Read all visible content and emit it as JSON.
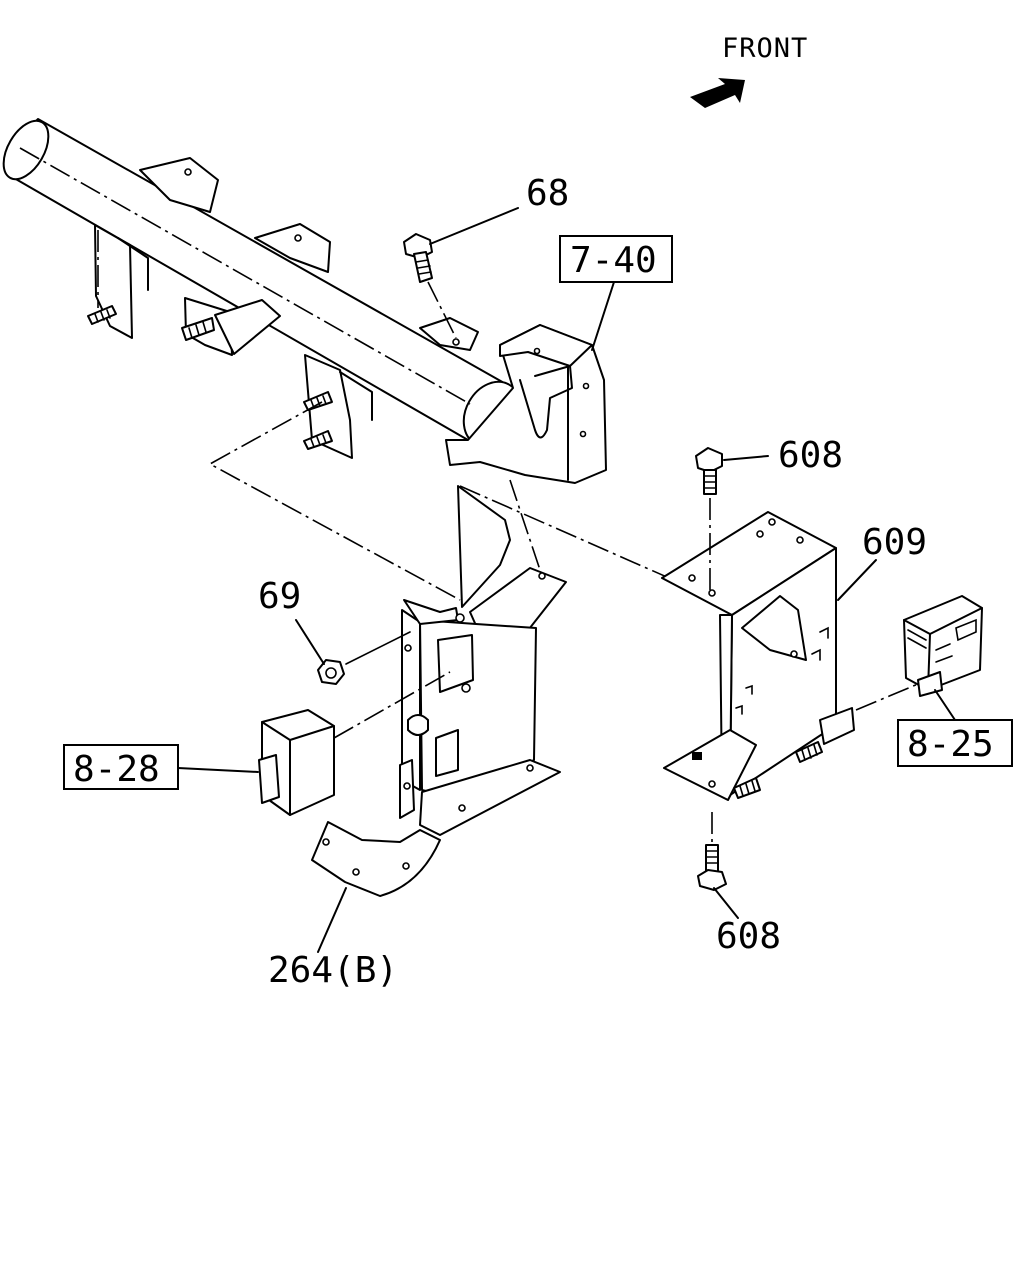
{
  "direction": {
    "label": "FRONT"
  },
  "callouts": {
    "p68": "68",
    "p608_top": "608",
    "p609": "609",
    "p69": "69",
    "p608_bottom": "608",
    "p264b": "264(B)"
  },
  "references": {
    "r7_40": "7-40",
    "r8_28": "8-28",
    "r8_25": "8-25"
  }
}
